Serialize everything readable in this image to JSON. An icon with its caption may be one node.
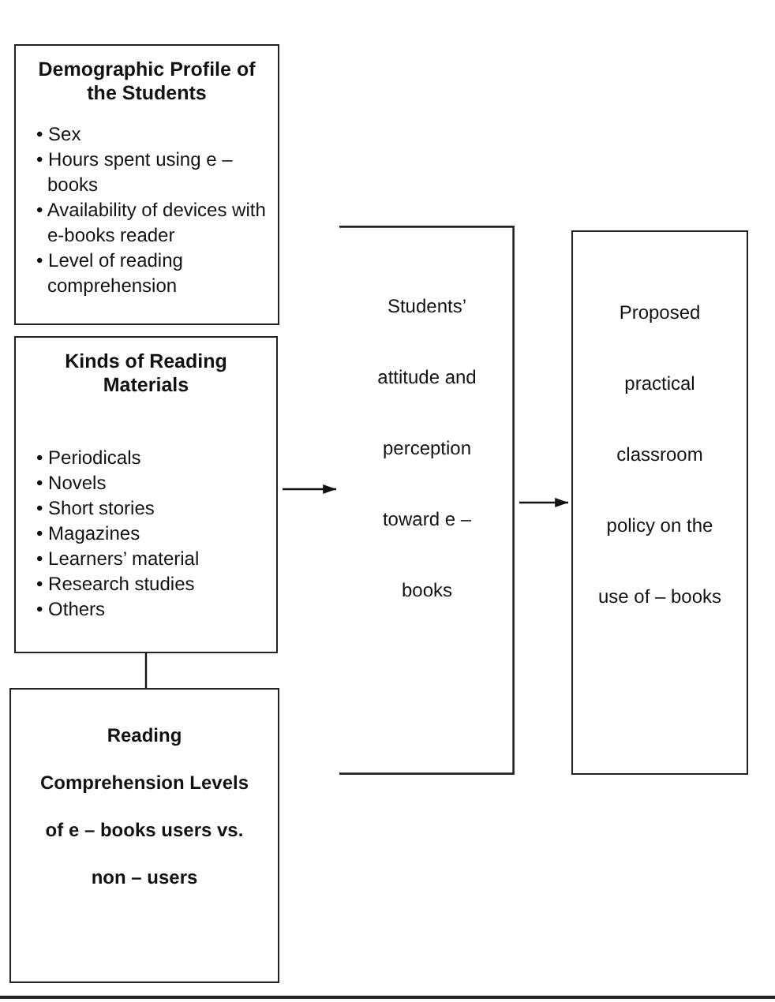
{
  "diagram": {
    "nodes": [
      {
        "text": [
          "Demographic Profile of the Students",
          "• Sex",
          "• Hours spent using e – books",
          "• Availability of devices with e-books reader",
          "• Level of reading comprehension"
        ]
      },
      {
        "text": [
          "Kinds of Reading Materials",
          "• Periodicals",
          "• Novels",
          "• Short stories",
          "• Magazines",
          "• Learners’ material",
          "• Research studies",
          "• Others"
        ]
      },
      {
        "text": [
          "Reading Comprehension Levels of e – books users vs. non – users"
        ]
      },
      {
        "text": [
          "Students’ attitude and perception toward e – books"
        ]
      },
      {
        "text": [
          "Proposed practical classroom policy on the use of – books"
        ]
      }
    ],
    "edges": [
      {
        "from": 1,
        "to": 2,
        "arrow": "none"
      },
      {
        "from": 1,
        "to": 3,
        "arrow": "to"
      },
      {
        "from": 3,
        "to": 4,
        "arrow": "to"
      }
    ]
  }
}
